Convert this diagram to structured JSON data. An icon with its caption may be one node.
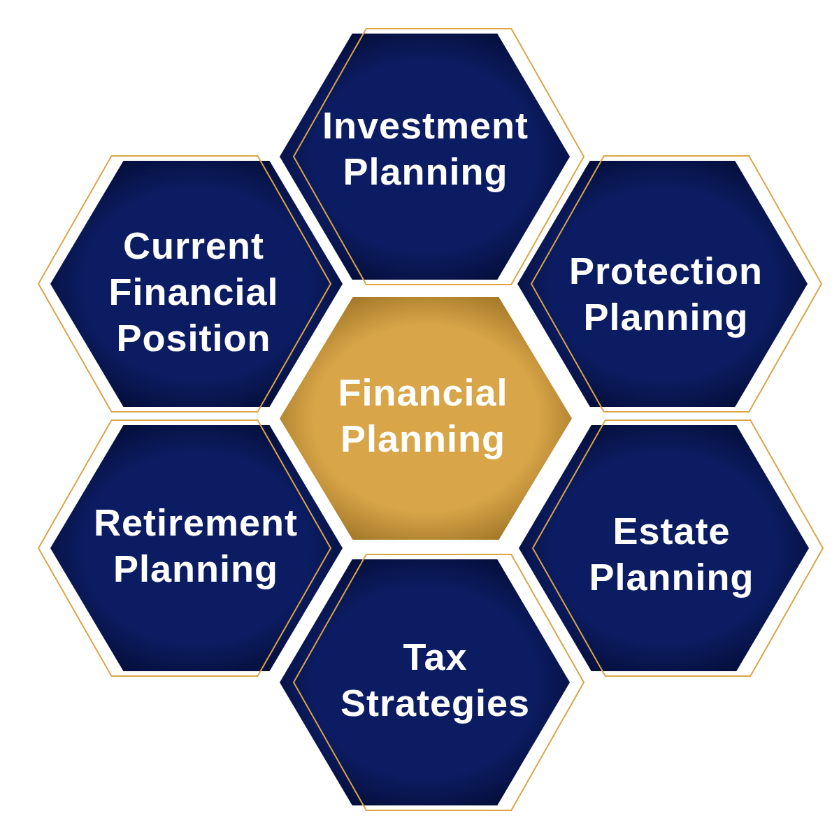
{
  "diagram": {
    "nodes": [
      {
        "text": [
          "Investment Planning"
        ]
      },
      {
        "text": [
          "Current Financial Position"
        ]
      },
      {
        "text": [
          "Protection Planning"
        ]
      },
      {
        "text": [
          "Financial Planning"
        ]
      },
      {
        "text": [
          "Retirement Planning"
        ]
      },
      {
        "text": [
          "Estate Planning"
        ]
      },
      {
        "text": [
          "Tax Strategies"
        ]
      }
    ]
  }
}
